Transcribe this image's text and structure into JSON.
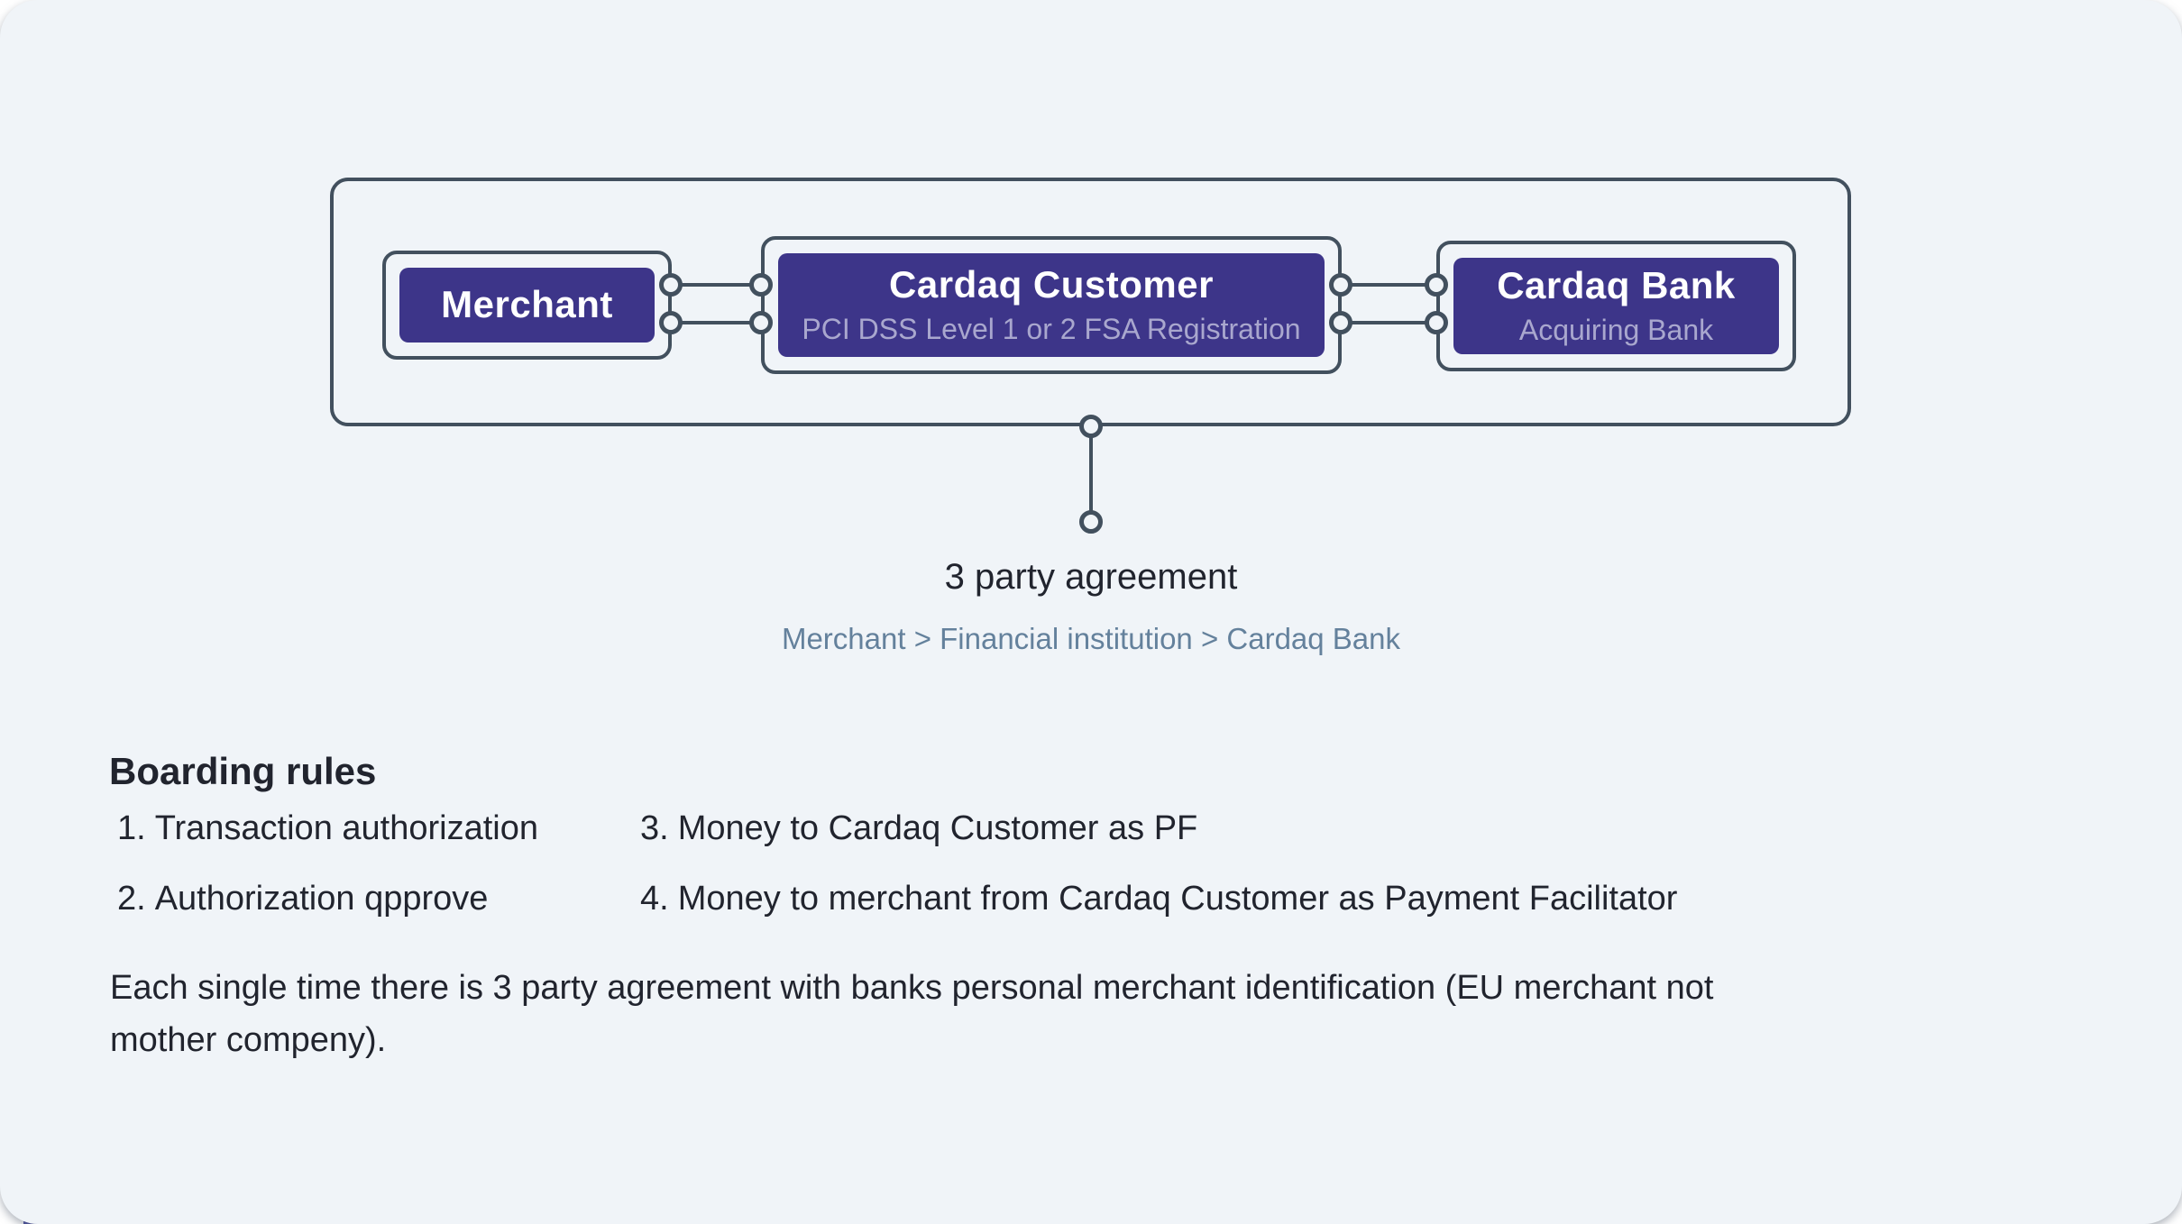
{
  "diagram": {
    "nodes": {
      "merchant": {
        "title": "Merchant"
      },
      "cardaq_customer": {
        "title": "Cardaq Customer",
        "subtitle": "PCI DSS Level 1 or 2 FSA Registration"
      },
      "cardaq_bank": {
        "title": "Cardaq Bank",
        "subtitle": "Acquiring Bank"
      }
    },
    "caption": {
      "title": "3 party agreement",
      "flow": "Merchant > Financial institution > Cardaq Bank"
    }
  },
  "boarding": {
    "heading": "Boarding rules",
    "items": [
      {
        "number": "1.",
        "label": "Transaction authorization"
      },
      {
        "number": "2.",
        "label": "Authorization qpprove"
      },
      {
        "number": "3.",
        "label": "Money to Cardaq Customer as PF"
      },
      {
        "number": "4.",
        "label": "Money to merchant from Cardaq Customer as Payment Facilitator"
      }
    ],
    "note": "Each single time there is 3 party agreement with banks personal merchant identification (EU merchant not mother compeny)."
  },
  "colors": {
    "card_background": "#f0f4f8",
    "diagram_stroke": "#42505e",
    "node_fill": "#3d3589",
    "node_title_text": "#ffffff",
    "node_subtitle_text": "#a9a7ce",
    "body_text": "#21242e",
    "flow_text": "#64819c",
    "corner_fragment": "#3b3f99"
  }
}
